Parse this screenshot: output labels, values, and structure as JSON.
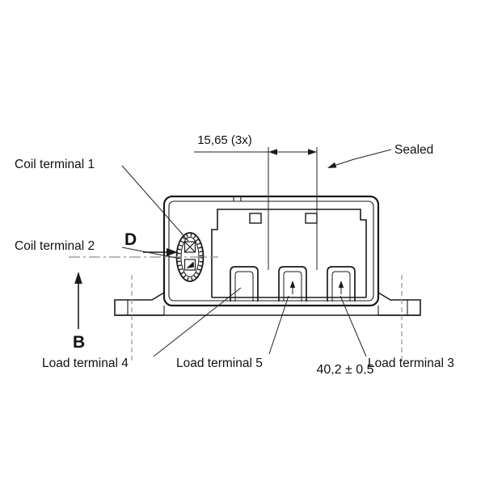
{
  "drawing": {
    "type": "technical-drawing",
    "labels": {
      "coil_terminal_1": "Coil terminal 1",
      "coil_terminal_2": "Coil terminal 2",
      "load_terminal_4": "Load terminal 4",
      "load_terminal_5": "Load terminal 5",
      "load_terminal_3": "Load terminal 3",
      "sealed": "Sealed",
      "view_d": "D",
      "view_b": "B"
    },
    "dimensions": {
      "terminal_pitch": "15,65  (3x)",
      "cropped_bottom": "40,2 ± 0,5"
    },
    "colors": {
      "line": "#1a1a1a",
      "centerline": "#979797",
      "background": "#ffffff"
    }
  }
}
